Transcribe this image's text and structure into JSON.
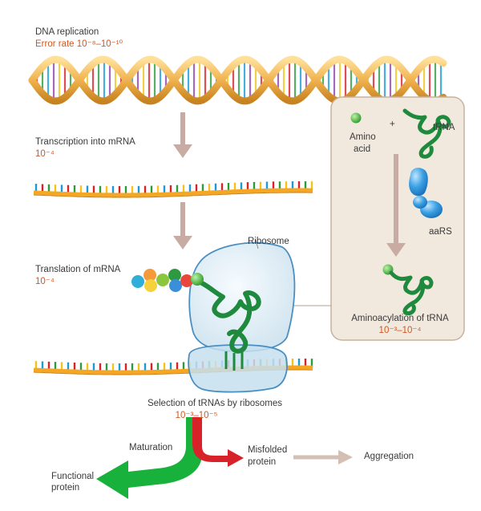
{
  "dna_replication": {
    "title": "DNA replication",
    "rate": "Error rate 10⁻⁸–10⁻¹⁰"
  },
  "transcription": {
    "title": "Transcription into mRNA",
    "rate": "10⁻⁴"
  },
  "translation": {
    "title": "Translation of mRNA",
    "rate": "10⁻⁴"
  },
  "ribosome": {
    "label": "Ribosome"
  },
  "trna_selection": {
    "title": "Selection of tRNAs by ribosomes",
    "rate": "10⁻³–10⁻⁵"
  },
  "aminoacylation_panel": {
    "amino_acid_line1": "Amino",
    "amino_acid_line2": "acid",
    "plus": "+",
    "trna": "tRNA",
    "enzyme": "aaRS",
    "title": "Aminoacylation of tRNA",
    "rate": "10⁻³–10⁻⁴"
  },
  "outcomes": {
    "maturation": "Maturation",
    "functional_line1": "Functional",
    "functional_line2": "protein",
    "misfolded_line1": "Misfolded",
    "misfolded_line2": "protein",
    "aggregation": "Aggregation"
  },
  "colors": {
    "label_text": "#3a3a3a",
    "rate_text": "#d4561e",
    "process_arrow": "#c8aca4",
    "panel_fill": "#f1e8de",
    "panel_stroke": "#c9b29c",
    "dna_gold": "#f0b24e",
    "dna_gold_dark": "#c78320",
    "trna_green": "#1f8a3d",
    "mrna_strip": "#f5a623",
    "ribosome_fill": "#d9ebf4",
    "ribosome_stroke": "#4a8fc2",
    "enzyme_blue": "#2b8fd8",
    "arrow_green": "#17b13c",
    "arrow_red": "#d7222a",
    "arrow_tan": "#d3bfb4"
  }
}
